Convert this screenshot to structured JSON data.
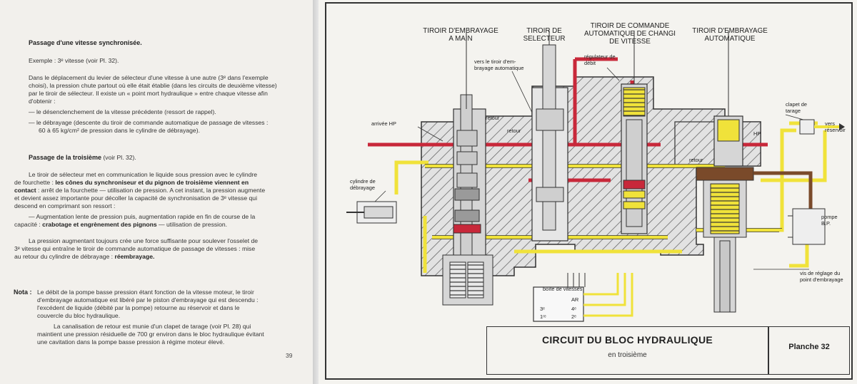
{
  "left_page": {
    "section1_heading": "Passage d'une vitesse synchronisée.",
    "section1_example": "Exemple : 3ᵉ vitesse (voir Pl. 32).",
    "section1_para_lines": [
      "Dans le déplacement du levier de sélecteur d'une vitesse à une autre (3ᵉ dans l'exemple",
      "choisi), la pression chute partout où elle était établie (dans les circuits de deuxième vitesse)",
      "par le tiroir de sélecteur. Il existe un « point mort hydraulique » entre chaque vitesse afin",
      "d'obtenir :"
    ],
    "bullet1": "— le désenclenchement de la vitesse précédente (ressort de rappel).",
    "bullet2_lines": [
      "— le débrayage (descente du tiroir de commande automatique de passage de vitesses :",
      "60 à 65 kg/cm² de pression dans le cylindre de débrayage)."
    ],
    "section2_heading": "Passage de la troisième",
    "section2_ref": " (voir Pl. 32).",
    "section2_para": {
      "l1": "Le tiroir de sélecteur met en communication le liquide sous pression avec le cylindre",
      "l2_a": "de fourchette : ",
      "l2_b": "les cônes du synchroniseur et du pignon de troisième viennent en",
      "l3_a": "contact",
      "l3_b": " : arrêt de la fourchette — utilisation de pression. A cet instant, la pression augmente",
      "l4": "et devient assez importante pour décoller la capacité de synchronisation de 3ᵉ vitesse qui",
      "l5": "descend en comprimant son ressort :"
    },
    "section2_bullet": {
      "l1": "— Augmentation lente de pression puis, augmentation rapide en fin de course de la",
      "l2_a": "capacité : ",
      "l2_b": "crabotage et engrènement des pignons",
      "l2_c": " — utilisation de pression."
    },
    "section2_para2": {
      "l1": "La pression augmentant toujours crée une force suffisante pour soulever l'osselet de",
      "l2": "3ᵉ vitesse qui entraîne le tiroir de commande automatique de passage de vitesses : mise",
      "l3_a": "au retour du cylindre de débrayage : ",
      "l3_b": "réembrayage."
    },
    "note_label": "Nota :",
    "note_lines": [
      "Le débit de la pompe basse pression étant fonction de la vitesse moteur, le tiroir",
      "d'embrayage automatique est libéré par le piston d'embrayage qui est descendu :",
      "l'excédent de liquide (débité par la pompe) retourne au réservoir et dans le",
      "couvercle du bloc hydraulique."
    ],
    "note2_lines": [
      "La canalisation de retour est munie d'un clapet de tarage (voir Pl. 28) qui",
      "maintient une pression résiduelle de 700 gr environ dans le bloc hydraulique évitant",
      "une cavitation dans la pompe basse pression à régime moteur élevé."
    ],
    "page_number": "39"
  },
  "plate": {
    "labels": {
      "tiroir_embrayage_main": "TIROIR D'EMBRAYAGE A MAIN",
      "tiroir_selecteur": "TIROIR DE SELECTEUR",
      "tiroir_commande": "TIROIR DE COMMANDE AUTOMATIQUE DE CHANGI DE VITESSE",
      "tiroir_embrayage_auto": "TIROIR D'EMBRAYAGE AUTOMATIQUE",
      "regulateur_debit": "régulateur de débit",
      "vers_tiroir": "vers le tiroir d'em-brayage automatique",
      "clapet_tarage": "clapet de tarage",
      "vers_reservoir": "vers réservoir",
      "arrivee_hp": "arrivée HP",
      "retour_1": "retour",
      "retour_2": "retour",
      "retour_3": "retour",
      "hp": "HP",
      "cylindre_debrayage": "cylindre de débrayage",
      "pompe_bp": "pompe B.P.",
      "vis_reglage": "vis de réglage du point d'embrayage",
      "boite_vitesses": "boîte de vitesses",
      "ar": "AR",
      "v3": "3ᵉ",
      "v4": "4ᵉ",
      "v1": "1ʳᵉ",
      "v2": "2ᵉ"
    },
    "title": "CIRCUIT DU BLOC HYDRAULIQUE",
    "subtitle": "en troisième",
    "planche": "Planche 32"
  },
  "colors": {
    "high_pressure": "#c8283a",
    "low_pressure": "#f0e23a",
    "return_brown": "#7a4a2a",
    "body_grey": "#d9d9d9",
    "hatch": "#555555"
  }
}
